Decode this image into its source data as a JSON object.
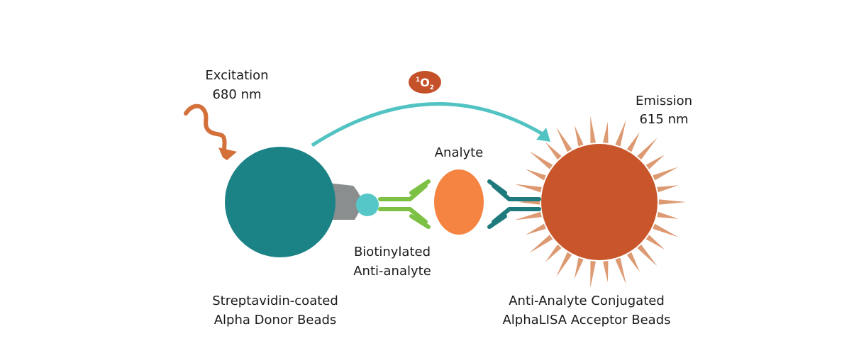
{
  "labels": {
    "excitation_1": "Excitation",
    "excitation_2": "680 nm",
    "emission_1": "Emission",
    "emission_2": "615 nm",
    "analyte": "Analyte",
    "biotinylated_1": "Biotinylated",
    "biotinylated_2": "Anti-analyte",
    "donor_1": "Streptavidin-coated",
    "donor_2": "Alpha Donor Beads",
    "acceptor_1": "Anti-Analyte Conjugated",
    "acceptor_2": "AlphaLISA Acceptor Beads"
  },
  "singlet_oxygen": {
    "superscript": "1",
    "letter": "O",
    "subscript": "2"
  },
  "colors": {
    "donor_bead": "#1b8286",
    "acceptor_bead": "#c9552a",
    "rays": "#dd9a72",
    "arrow": "#52c3c3",
    "excitation_wave": "#d4703a",
    "streptavidin": "#8b8e8e",
    "biotin": "#56c7c9",
    "biotin_antibody": "#7cc143",
    "analyte": "#f58442",
    "acceptor_antibody": "#1e7a7c",
    "oxygen_badge": "#c5512b"
  }
}
